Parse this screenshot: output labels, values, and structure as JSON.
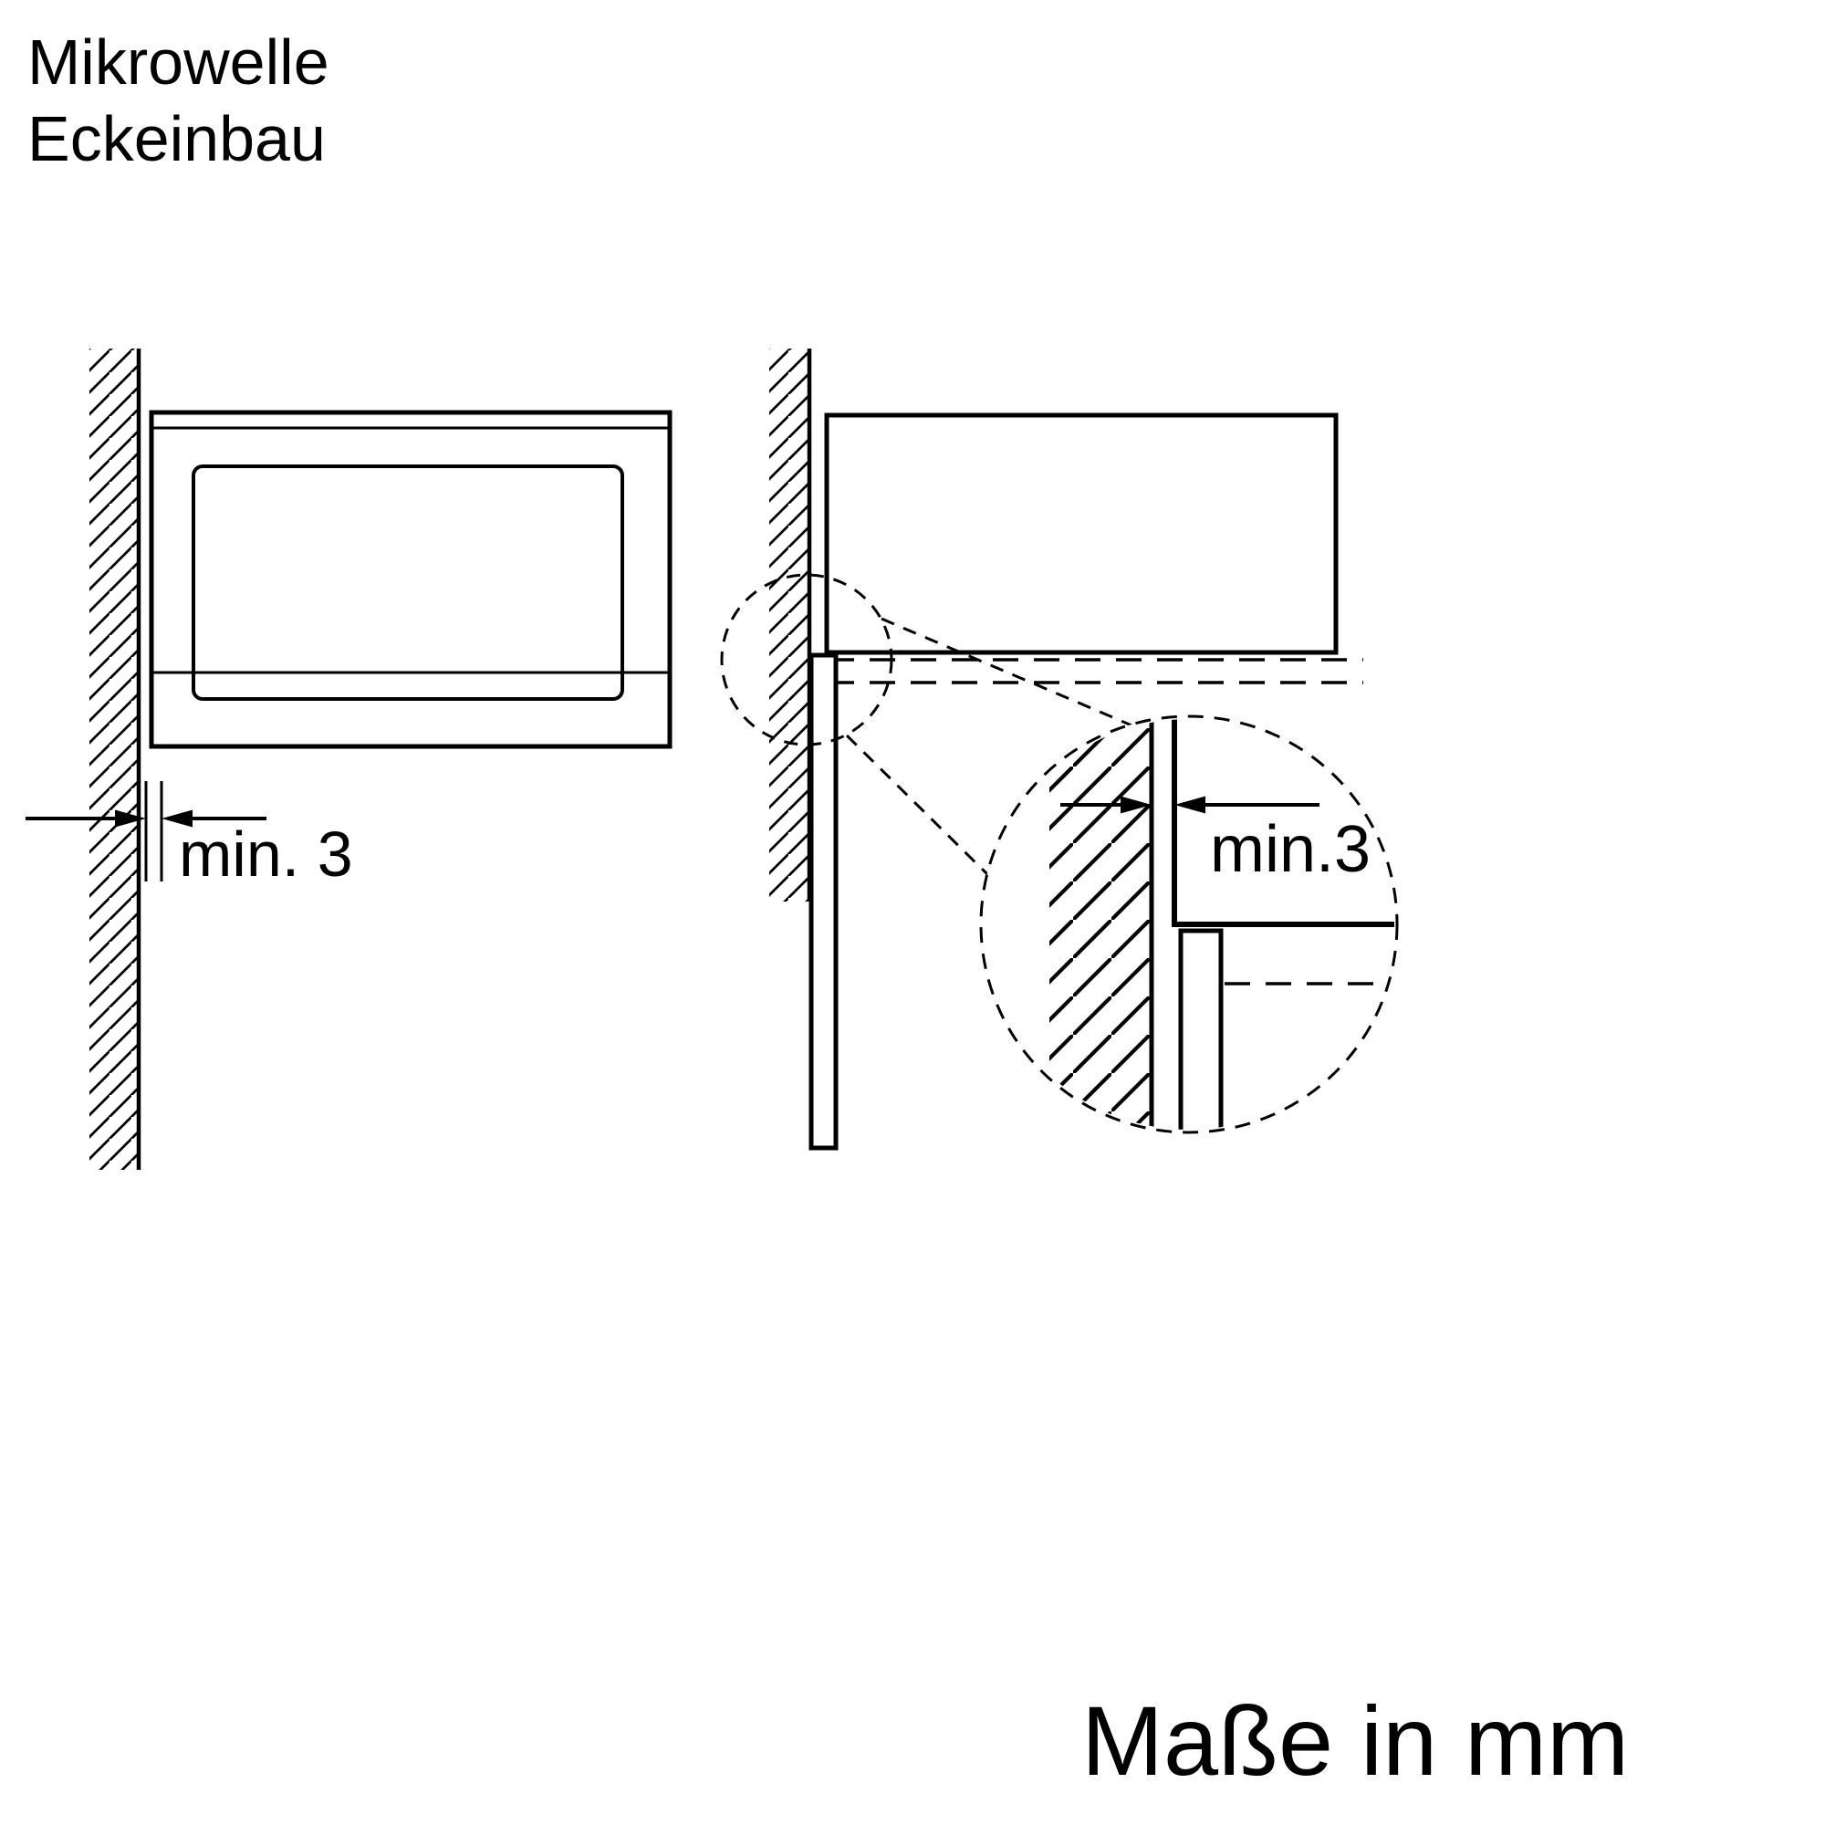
{
  "title": {
    "line1": "Mikrowelle",
    "line2": "Eckeinbau"
  },
  "front_view": {
    "dimension_label": "min. 3"
  },
  "detail_view": {
    "dimension_label": "min.3"
  },
  "footer": {
    "units_label": "Maße in mm"
  },
  "colors": {
    "ink": "#000000",
    "background": "#ffffff"
  }
}
